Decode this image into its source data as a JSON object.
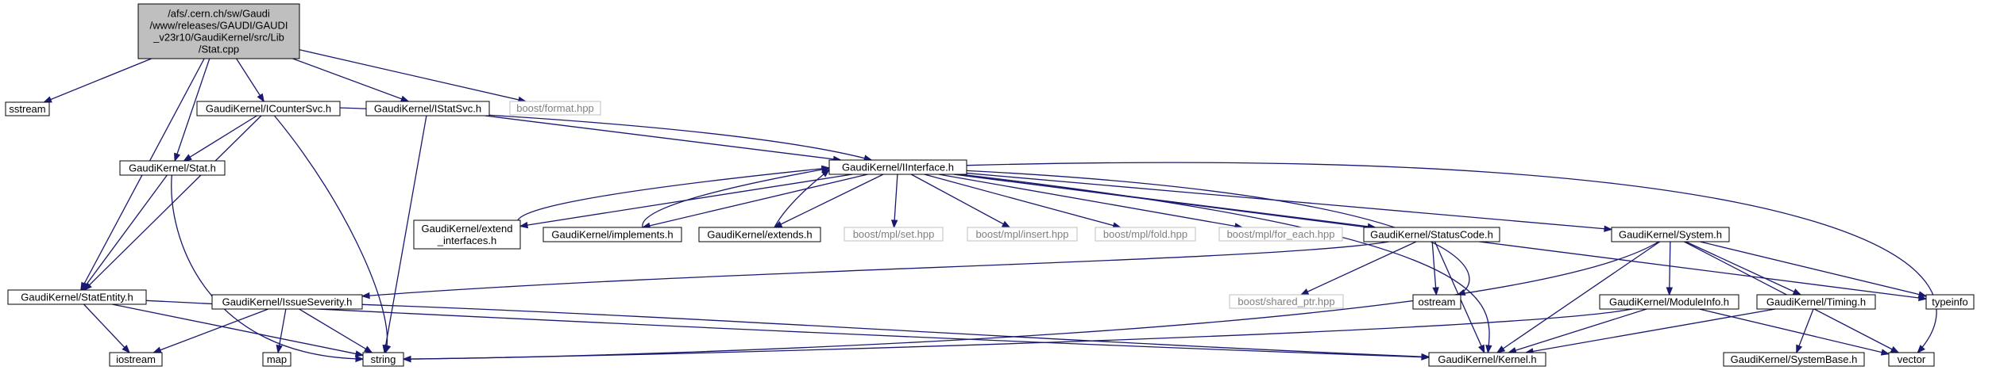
{
  "diagram": {
    "title": "",
    "colors": {
      "root_fill": "#bfbfbf",
      "node_fill": "#ffffff",
      "node_border": "#000000",
      "external_border": "#bfbfbf",
      "external_text": "#7f7f7f",
      "edge": "#191970"
    },
    "nodes": [
      {
        "id": "root",
        "label": "/afs/.cern.ch/sw/Gaudi/www/releases/GAUDI/GAUDI_v23r10/GaudiKernel/src/Lib/Stat.cpp",
        "lines": [
          "/afs/.cern.ch/sw/Gaudi",
          "/www/releases/GAUDI/GAUDI",
          "_v23r10/GaudiKernel/src/Lib",
          "/Stat.cpp"
        ],
        "kind": "root"
      },
      {
        "id": "sstream",
        "label": "sstream",
        "lines": [
          "sstream"
        ],
        "kind": "normal"
      },
      {
        "id": "icountersvc",
        "label": "GaudiKernel/ICounterSvc.h",
        "lines": [
          "GaudiKernel/ICounterSvc.h"
        ],
        "kind": "normal"
      },
      {
        "id": "istatsvc",
        "label": "GaudiKernel/IStatSvc.h",
        "lines": [
          "GaudiKernel/IStatSvc.h"
        ],
        "kind": "normal"
      },
      {
        "id": "boostformat",
        "label": "boost/format.hpp",
        "lines": [
          "boost/format.hpp"
        ],
        "kind": "external"
      },
      {
        "id": "stat",
        "label": "GaudiKernel/Stat.h",
        "lines": [
          "GaudiKernel/Stat.h"
        ],
        "kind": "normal"
      },
      {
        "id": "iinterface",
        "label": "GaudiKernel/IInterface.h",
        "lines": [
          "GaudiKernel/IInterface.h"
        ],
        "kind": "normal"
      },
      {
        "id": "extendinterfaces",
        "label": "GaudiKernel/extend_interfaces.h",
        "lines": [
          "GaudiKernel/extend",
          "_interfaces.h"
        ],
        "kind": "normal"
      },
      {
        "id": "implements",
        "label": "GaudiKernel/implements.h",
        "lines": [
          "GaudiKernel/implements.h"
        ],
        "kind": "normal"
      },
      {
        "id": "extends",
        "label": "GaudiKernel/extends.h",
        "lines": [
          "GaudiKernel/extends.h"
        ],
        "kind": "normal"
      },
      {
        "id": "mplset",
        "label": "boost/mpl/set.hpp",
        "lines": [
          "boost/mpl/set.hpp"
        ],
        "kind": "external"
      },
      {
        "id": "mplinsert",
        "label": "boost/mpl/insert.hpp",
        "lines": [
          "boost/mpl/insert.hpp"
        ],
        "kind": "external"
      },
      {
        "id": "mplfold",
        "label": "boost/mpl/fold.hpp",
        "lines": [
          "boost/mpl/fold.hpp"
        ],
        "kind": "external"
      },
      {
        "id": "mplforeach",
        "label": "boost/mpl/for_each.hpp",
        "lines": [
          "boost/mpl/for_each.hpp"
        ],
        "kind": "external"
      },
      {
        "id": "statuscode",
        "label": "GaudiKernel/StatusCode.h",
        "lines": [
          "GaudiKernel/StatusCode.h"
        ],
        "kind": "normal"
      },
      {
        "id": "system",
        "label": "GaudiKernel/System.h",
        "lines": [
          "GaudiKernel/System.h"
        ],
        "kind": "normal"
      },
      {
        "id": "statentity",
        "label": "GaudiKernel/StatEntity.h",
        "lines": [
          "GaudiKernel/StatEntity.h"
        ],
        "kind": "normal"
      },
      {
        "id": "issueseverity",
        "label": "GaudiKernel/IssueSeverity.h",
        "lines": [
          "GaudiKernel/IssueSeverity.h"
        ],
        "kind": "normal"
      },
      {
        "id": "sharedptr",
        "label": "boost/shared_ptr.hpp",
        "lines": [
          "boost/shared_ptr.hpp"
        ],
        "kind": "external"
      },
      {
        "id": "ostream",
        "label": "ostream",
        "lines": [
          "ostream"
        ],
        "kind": "normal"
      },
      {
        "id": "moduleinfo",
        "label": "GaudiKernel/ModuleInfo.h",
        "lines": [
          "GaudiKernel/ModuleInfo.h"
        ],
        "kind": "normal"
      },
      {
        "id": "timing",
        "label": "GaudiKernel/Timing.h",
        "lines": [
          "GaudiKernel/Timing.h"
        ],
        "kind": "normal"
      },
      {
        "id": "typeinfo",
        "label": "typeinfo",
        "lines": [
          "typeinfo"
        ],
        "kind": "normal"
      },
      {
        "id": "iostream",
        "label": "iostream",
        "lines": [
          "iostream"
        ],
        "kind": "normal"
      },
      {
        "id": "map",
        "label": "map",
        "lines": [
          "map"
        ],
        "kind": "normal"
      },
      {
        "id": "string",
        "label": "string",
        "lines": [
          "string"
        ],
        "kind": "normal"
      },
      {
        "id": "kernel",
        "label": "GaudiKernel/Kernel.h",
        "lines": [
          "GaudiKernel/Kernel.h"
        ],
        "kind": "normal"
      },
      {
        "id": "systembase",
        "label": "GaudiKernel/SystemBase.h",
        "lines": [
          "GaudiKernel/SystemBase.h"
        ],
        "kind": "normal"
      },
      {
        "id": "vector",
        "label": "vector",
        "lines": [
          "vector"
        ],
        "kind": "normal"
      }
    ],
    "edges": [
      [
        "root",
        "sstream"
      ],
      [
        "root",
        "statentity"
      ],
      [
        "root",
        "stat"
      ],
      [
        "root",
        "icountersvc"
      ],
      [
        "root",
        "istatsvc"
      ],
      [
        "root",
        "boostformat"
      ],
      [
        "icountersvc",
        "stat"
      ],
      [
        "icountersvc",
        "statentity"
      ],
      [
        "icountersvc",
        "string"
      ],
      [
        "icountersvc",
        "iinterface"
      ],
      [
        "istatsvc",
        "iinterface"
      ],
      [
        "istatsvc",
        "string"
      ],
      [
        "stat",
        "statentity"
      ],
      [
        "stat",
        "string"
      ],
      [
        "statentity",
        "iostream"
      ],
      [
        "statentity",
        "string"
      ],
      [
        "statentity",
        "kernel"
      ],
      [
        "iinterface",
        "extendinterfaces"
      ],
      [
        "iinterface",
        "implements"
      ],
      [
        "iinterface",
        "extends"
      ],
      [
        "iinterface",
        "mplset"
      ],
      [
        "iinterface",
        "mplinsert"
      ],
      [
        "iinterface",
        "mplfold"
      ],
      [
        "iinterface",
        "mplforeach"
      ],
      [
        "iinterface",
        "statuscode"
      ],
      [
        "iinterface",
        "ostream"
      ],
      [
        "iinterface",
        "kernel"
      ],
      [
        "iinterface",
        "system"
      ],
      [
        "iinterface",
        "typeinfo"
      ],
      [
        "iinterface",
        "vector"
      ],
      [
        "extendinterfaces",
        "iinterface"
      ],
      [
        "implements",
        "iinterface"
      ],
      [
        "extends",
        "iinterface"
      ],
      [
        "statuscode",
        "issueseverity"
      ],
      [
        "statuscode",
        "sharedptr"
      ],
      [
        "statuscode",
        "ostream"
      ],
      [
        "statuscode",
        "kernel"
      ],
      [
        "issueseverity",
        "iostream"
      ],
      [
        "issueseverity",
        "map"
      ],
      [
        "issueseverity",
        "string"
      ],
      [
        "issueseverity",
        "kernel"
      ],
      [
        "system",
        "kernel"
      ],
      [
        "system",
        "moduleinfo"
      ],
      [
        "system",
        "timing"
      ],
      [
        "system",
        "typeinfo"
      ],
      [
        "system",
        "vector"
      ],
      [
        "system",
        "string"
      ],
      [
        "moduleinfo",
        "kernel"
      ],
      [
        "moduleinfo",
        "string"
      ],
      [
        "moduleinfo",
        "vector"
      ],
      [
        "timing",
        "kernel"
      ],
      [
        "timing",
        "systembase"
      ]
    ]
  }
}
